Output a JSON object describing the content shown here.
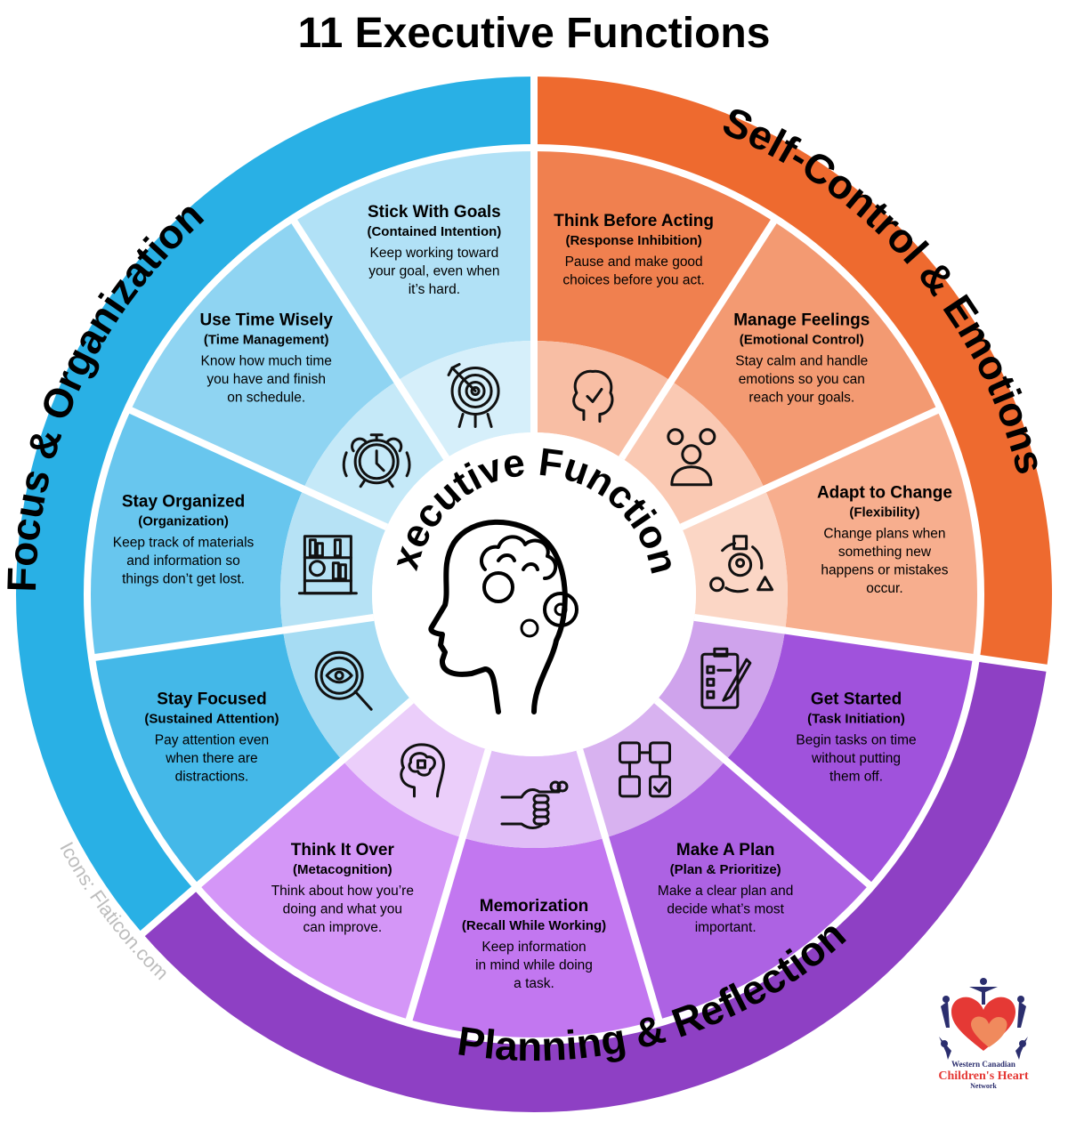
{
  "title": "11 Executive Functions",
  "center": {
    "label": "Executive Functions",
    "icon": "head-brain-gears-icon"
  },
  "groups": [
    {
      "id": "focus",
      "label": "Focus & Organization",
      "ring_color": "#29b0e5",
      "band_color": "#29b0e5"
    },
    {
      "id": "self",
      "label": "Self-Control & Emotions",
      "ring_color": "#ee6a2f"
    },
    {
      "id": "plan",
      "label": "Planning & Reflection",
      "ring_color": "#8e40c4"
    }
  ],
  "segments": [
    {
      "group": "self",
      "title": "Think Before Acting",
      "subtitle": "(Response Inhibition)",
      "desc": [
        "Pause and make good",
        "choices before you act."
      ],
      "icon": "head-check-icon",
      "outer": "#f0804f",
      "inner": "#f8bea4"
    },
    {
      "group": "self",
      "title": "Manage Feelings",
      "subtitle": "(Emotional Control)",
      "desc": [
        "Stay calm and handle",
        "emotions so you can",
        "reach your goals."
      ],
      "icon": "emotions-person-icon",
      "outer": "#f39a72",
      "inner": "#fac9b3"
    },
    {
      "group": "self",
      "title": "Adapt to Change",
      "subtitle": "(Flexibility)",
      "desc": [
        "Change plans when",
        "something new",
        "happens or mistakes",
        "occur."
      ],
      "icon": "cycle-gear-shapes-icon",
      "outer": "#f7ae8e",
      "inner": "#fbd6c5"
    },
    {
      "group": "plan",
      "title": "Get Started",
      "subtitle": "(Task Initiation)",
      "desc": [
        "Begin tasks on time",
        "without putting",
        "them off."
      ],
      "icon": "clipboard-checklist-icon",
      "outer": "#a052dc",
      "inner": "#cfa3ec"
    },
    {
      "group": "plan",
      "title": "Make A Plan",
      "subtitle": "(Plan & Prioritize)",
      "desc": [
        "Make a clear plan and",
        "decide what’s most",
        "important."
      ],
      "icon": "flowchart-abc-icon",
      "outer": "#ad62e3",
      "inner": "#d8b2f0"
    },
    {
      "group": "plan",
      "title": "Memorization",
      "subtitle": "(Recall While Working)",
      "desc": [
        "Keep information",
        "in mind while doing",
        "a task."
      ],
      "icon": "finger-string-reminder-icon",
      "outer": "#c277f0",
      "inner": "#e0bdf7"
    },
    {
      "group": "plan",
      "title": "Think It Over",
      "subtitle": "(Metacognition)",
      "desc": [
        "Think about how you’re",
        "doing and what you",
        "can improve."
      ],
      "icon": "head-puzzle-icon",
      "outer": "#d496f7",
      "inner": "#ebcefa"
    },
    {
      "group": "focus",
      "title": "Stay Focused",
      "subtitle": "(Sustained Attention)",
      "desc": [
        "Pay attention even",
        "when there are",
        "distractions."
      ],
      "icon": "magnifier-eye-icon",
      "outer": "#44b8e8",
      "inner": "#a6dcf3"
    },
    {
      "group": "focus",
      "title": "Stay Organized",
      "subtitle": "(Organization)",
      "desc": [
        "Keep track of materials",
        "and information so",
        "things don’t get lost."
      ],
      "icon": "bookshelf-icon",
      "outer": "#68c6ee",
      "inner": "#b6e2f5"
    },
    {
      "group": "focus",
      "title": "Use Time Wisely",
      "subtitle": "(Time Management)",
      "desc": [
        "Know how much time",
        "you have and finish",
        "on schedule."
      ],
      "icon": "alarm-clock-icon",
      "outer": "#8fd4f2",
      "inner": "#c5e9f8"
    },
    {
      "group": "focus",
      "title": "Stick With Goals",
      "subtitle": "(Contained Intention)",
      "desc": [
        "Keep working toward",
        "your goal, even when",
        "it’s hard."
      ],
      "icon": "target-arrows-icon",
      "outer": "#b1e1f6",
      "inner": "#d6effa"
    }
  ],
  "credit": "Icons: Flaticon.com",
  "logo": {
    "line1": "Western Canadian",
    "line2": "Children's Heart",
    "line3": "Network",
    "heart_color": "#e53935",
    "inner_heart_color": "#f08a5d",
    "figure_color": "#2b2e6e"
  }
}
